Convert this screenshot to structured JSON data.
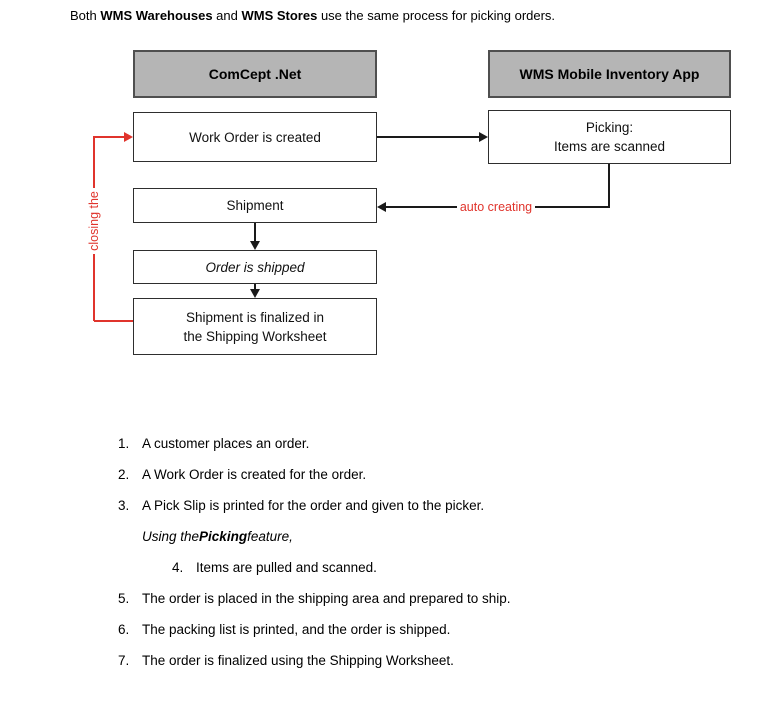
{
  "intro": {
    "prefix": "Both ",
    "bold_warehouses": "WMS Warehouses",
    "middle": " and ",
    "bold_stores": "WMS Stores",
    "suffix": " use the same process for picking orders."
  },
  "diagram": {
    "headers": {
      "left": "ComCept .Net",
      "right": "WMS Mobile Inventory App"
    },
    "nodes": {
      "work_order": "Work Order is created",
      "picking_line1": "Picking:",
      "picking_line2": "Items are scanned",
      "shipment": "Shipment",
      "order_shipped": "Order is shipped",
      "finalized_line1": "Shipment is finalized in",
      "finalized_line2": "the Shipping Worksheet"
    },
    "edge_labels": {
      "auto_creating": "auto creating",
      "closing_the": "closing the"
    },
    "colors": {
      "connector_red": "#e0342c",
      "connector_black": "#1a1a1a",
      "header_fill": "#b5b5b5",
      "header_border": "#4f4f4f",
      "node_border": "#2e2e2e"
    }
  },
  "steps": {
    "items": [
      {
        "num": "1.",
        "text": "A customer places an order."
      },
      {
        "num": "2.",
        "text": "A Work Order is created for the order."
      },
      {
        "num": "3.",
        "text": "A Pick Slip is printed for the order and given to the picker."
      },
      {
        "num": "4.",
        "text": "Items are pulled and scanned."
      },
      {
        "num": "5.",
        "text": "The order is placed in the shipping area and prepared to ship."
      },
      {
        "num": "6.",
        "text": "The packing list is printed, and the order is shipped."
      },
      {
        "num": "7.",
        "text": "The order is finalized using the Shipping Worksheet."
      }
    ],
    "note": {
      "prefix": "Using the ",
      "bold": "Picking",
      "suffix": " feature,"
    }
  }
}
